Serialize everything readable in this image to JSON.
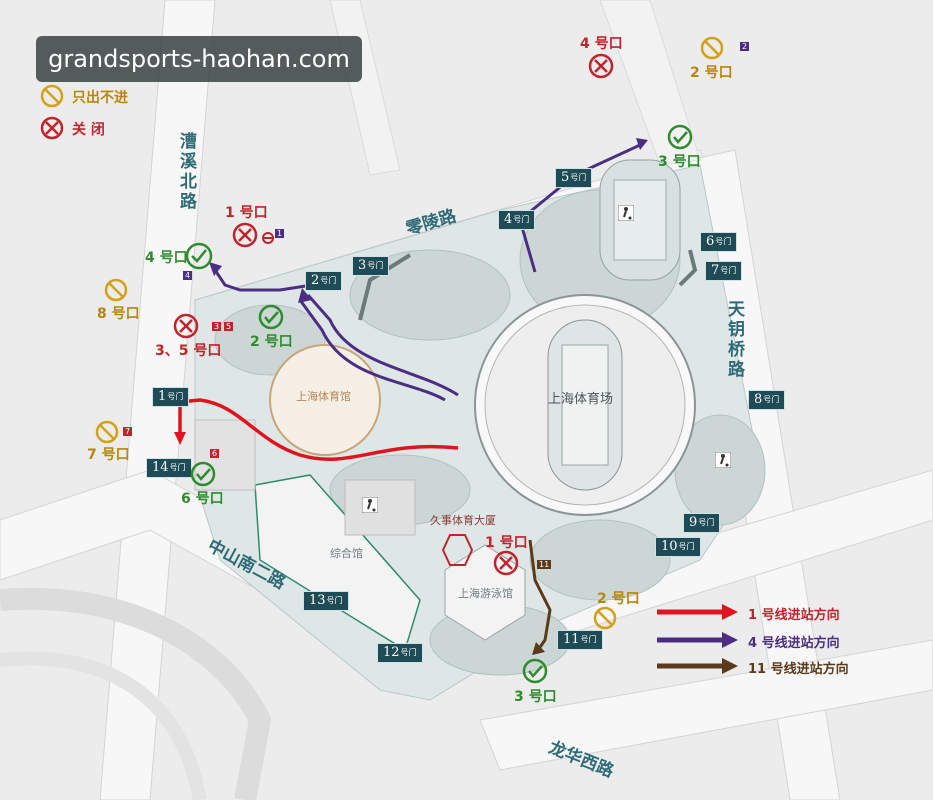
{
  "watermark": "grandsports-haohan.com",
  "legend_top": {
    "exit_only": "只出不进",
    "closed": "关 闭"
  },
  "roads": {
    "caoxi": "漕溪北路",
    "lingling": "零陵路",
    "tianyao": "天钥桥路",
    "zhongshan": "中山南二路",
    "longhua": "龙华西路"
  },
  "gates": [
    "1",
    "2",
    "3",
    "4",
    "5",
    "6",
    "7",
    "8",
    "9",
    "10",
    "11",
    "12",
    "13",
    "14"
  ],
  "gate_suffix": "号门",
  "venues": {
    "stadium": "上海体育场",
    "gym": "上海体育馆",
    "natatorium": "上海游泳馆",
    "building": "久事体育大厦",
    "complex": "综合馆"
  },
  "metro_exits": {
    "e1_top": "1 号口",
    "e4": "4 号口",
    "e8": "8 号口",
    "e35": "3、5 号口",
    "e2_left": "2 号口",
    "e6": "6 号口",
    "e7": "7 号口",
    "e4_top": "4 号口",
    "e2_top": "2 号口",
    "e3_top": "3 号口",
    "e1_bottom": "1 号口",
    "e2_bottom": "2 号口",
    "e3_bottom": "3 号口"
  },
  "line_badges": {
    "l1": "1",
    "l2": "2",
    "l3": "3",
    "l4": "4",
    "l5": "5",
    "l6": "6",
    "l7": "7",
    "l11": "11"
  },
  "legend_bottom": {
    "line1": "1 号线进站方向",
    "line4": "4 号线进站方向",
    "line11": "11 号线进站方向"
  },
  "colors": {
    "line1": "#e0141e",
    "line4": "#4b2e83",
    "line11": "#5a3a1a",
    "open": "#2e8b2e",
    "exit_only": "#d4a017",
    "closed": "#c0232b",
    "gate_bg": "#1f4b56",
    "road_text": "#2f6b76"
  },
  "icons": {
    "open": "check-circle-icon",
    "exit_only": "no-entry-circle-icon",
    "closed": "x-circle-icon",
    "metro": "metro-logo-icon",
    "soccer": "soccer-player-icon"
  }
}
